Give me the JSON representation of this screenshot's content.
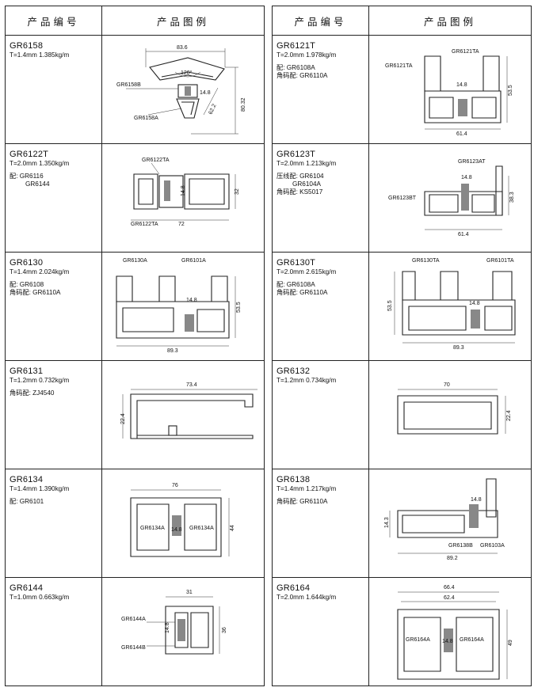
{
  "left": {
    "header": {
      "code": "产品编号",
      "figure": "产品图例"
    },
    "items": [
      {
        "code": "GR6158",
        "spec": "T=1.4mm  1.385kg/m",
        "acc": [],
        "labels": [
          "83.6",
          "120°",
          "GR6158B",
          "14.8",
          "GR6158A",
          "62.2",
          "80.32"
        ]
      },
      {
        "code": "GR6122T",
        "spec": "T=2.0mm  1.350kg/m",
        "acc": [
          "配: GR6116",
          "GR6144"
        ],
        "labels": [
          "GR6122TA",
          "14.8",
          "32",
          "GR6122TA",
          "72"
        ]
      },
      {
        "code": "GR6130",
        "spec": "T=1.4mm  2.024kg/m",
        "acc": [
          "配:    GR6108",
          "角码配: GR6110A"
        ],
        "labels": [
          "GR6130A",
          "GR6101A",
          "14.8",
          "53.5",
          "89.3"
        ]
      },
      {
        "code": "GR6131",
        "spec": "T=1.2mm   0.732kg/m",
        "acc": [
          "角码配: ZJ4540"
        ],
        "labels": [
          "73.4",
          "22.4"
        ]
      },
      {
        "code": "GR6134",
        "spec": "T=1.4mm  1.390kg/m",
        "acc": [
          "配: GR6101"
        ],
        "labels": [
          "76",
          "GR6134A",
          "14.8",
          "GR6134A",
          "44"
        ]
      },
      {
        "code": "GR6144",
        "spec": "T=1.0mm  0.663kg/m",
        "acc": [],
        "labels": [
          "31",
          "GR6144A",
          "14.8",
          "GR6144B",
          "36"
        ]
      }
    ]
  },
  "right": {
    "header": {
      "code": "产品编号",
      "figure": "产品图例"
    },
    "items": [
      {
        "code": "GR6121T",
        "spec": "T=2.0mm  1.978kg/m",
        "acc": [
          "配:    GR6108A",
          "角码配: GR6110A"
        ],
        "labels": [
          "GR6121TA",
          "GR6121TA",
          "14.8",
          "53.5",
          "61.4"
        ]
      },
      {
        "code": "GR6123T",
        "spec": "T=2.0mm  1.213kg/m",
        "acc": [
          "压线配: GR6104",
          "GR6104A",
          "角码配: KS5017"
        ],
        "labels": [
          "GR6123AT",
          "14.8",
          "38.3",
          "GR6123BT",
          "61.4"
        ]
      },
      {
        "code": "GR6130T",
        "spec": "T=2.0mm  2.615kg/m",
        "acc": [
          "配:    GR6108A",
          "角码配: GR6110A"
        ],
        "labels": [
          "GR6130TA",
          "GR6101TA",
          "53.5",
          "14.8",
          "89.3"
        ]
      },
      {
        "code": "GR6132",
        "spec": "T=1.2mm  0.734kg/m",
        "acc": [],
        "labels": [
          "70",
          "22.4"
        ]
      },
      {
        "code": "GR6138",
        "spec": "T=1.4mm  1.217kg/m",
        "acc": [
          "角码配: GR6110A"
        ],
        "labels": [
          "14.8",
          "14.3",
          "GR6138B",
          "GR6103A",
          "89.2"
        ]
      },
      {
        "code": "GR6164",
        "spec": "T=2.0mm  1.644kg/m",
        "acc": [],
        "labels": [
          "66.4",
          "62.4",
          "GR6164A",
          "14.8",
          "GR6164A",
          "49"
        ]
      }
    ]
  }
}
